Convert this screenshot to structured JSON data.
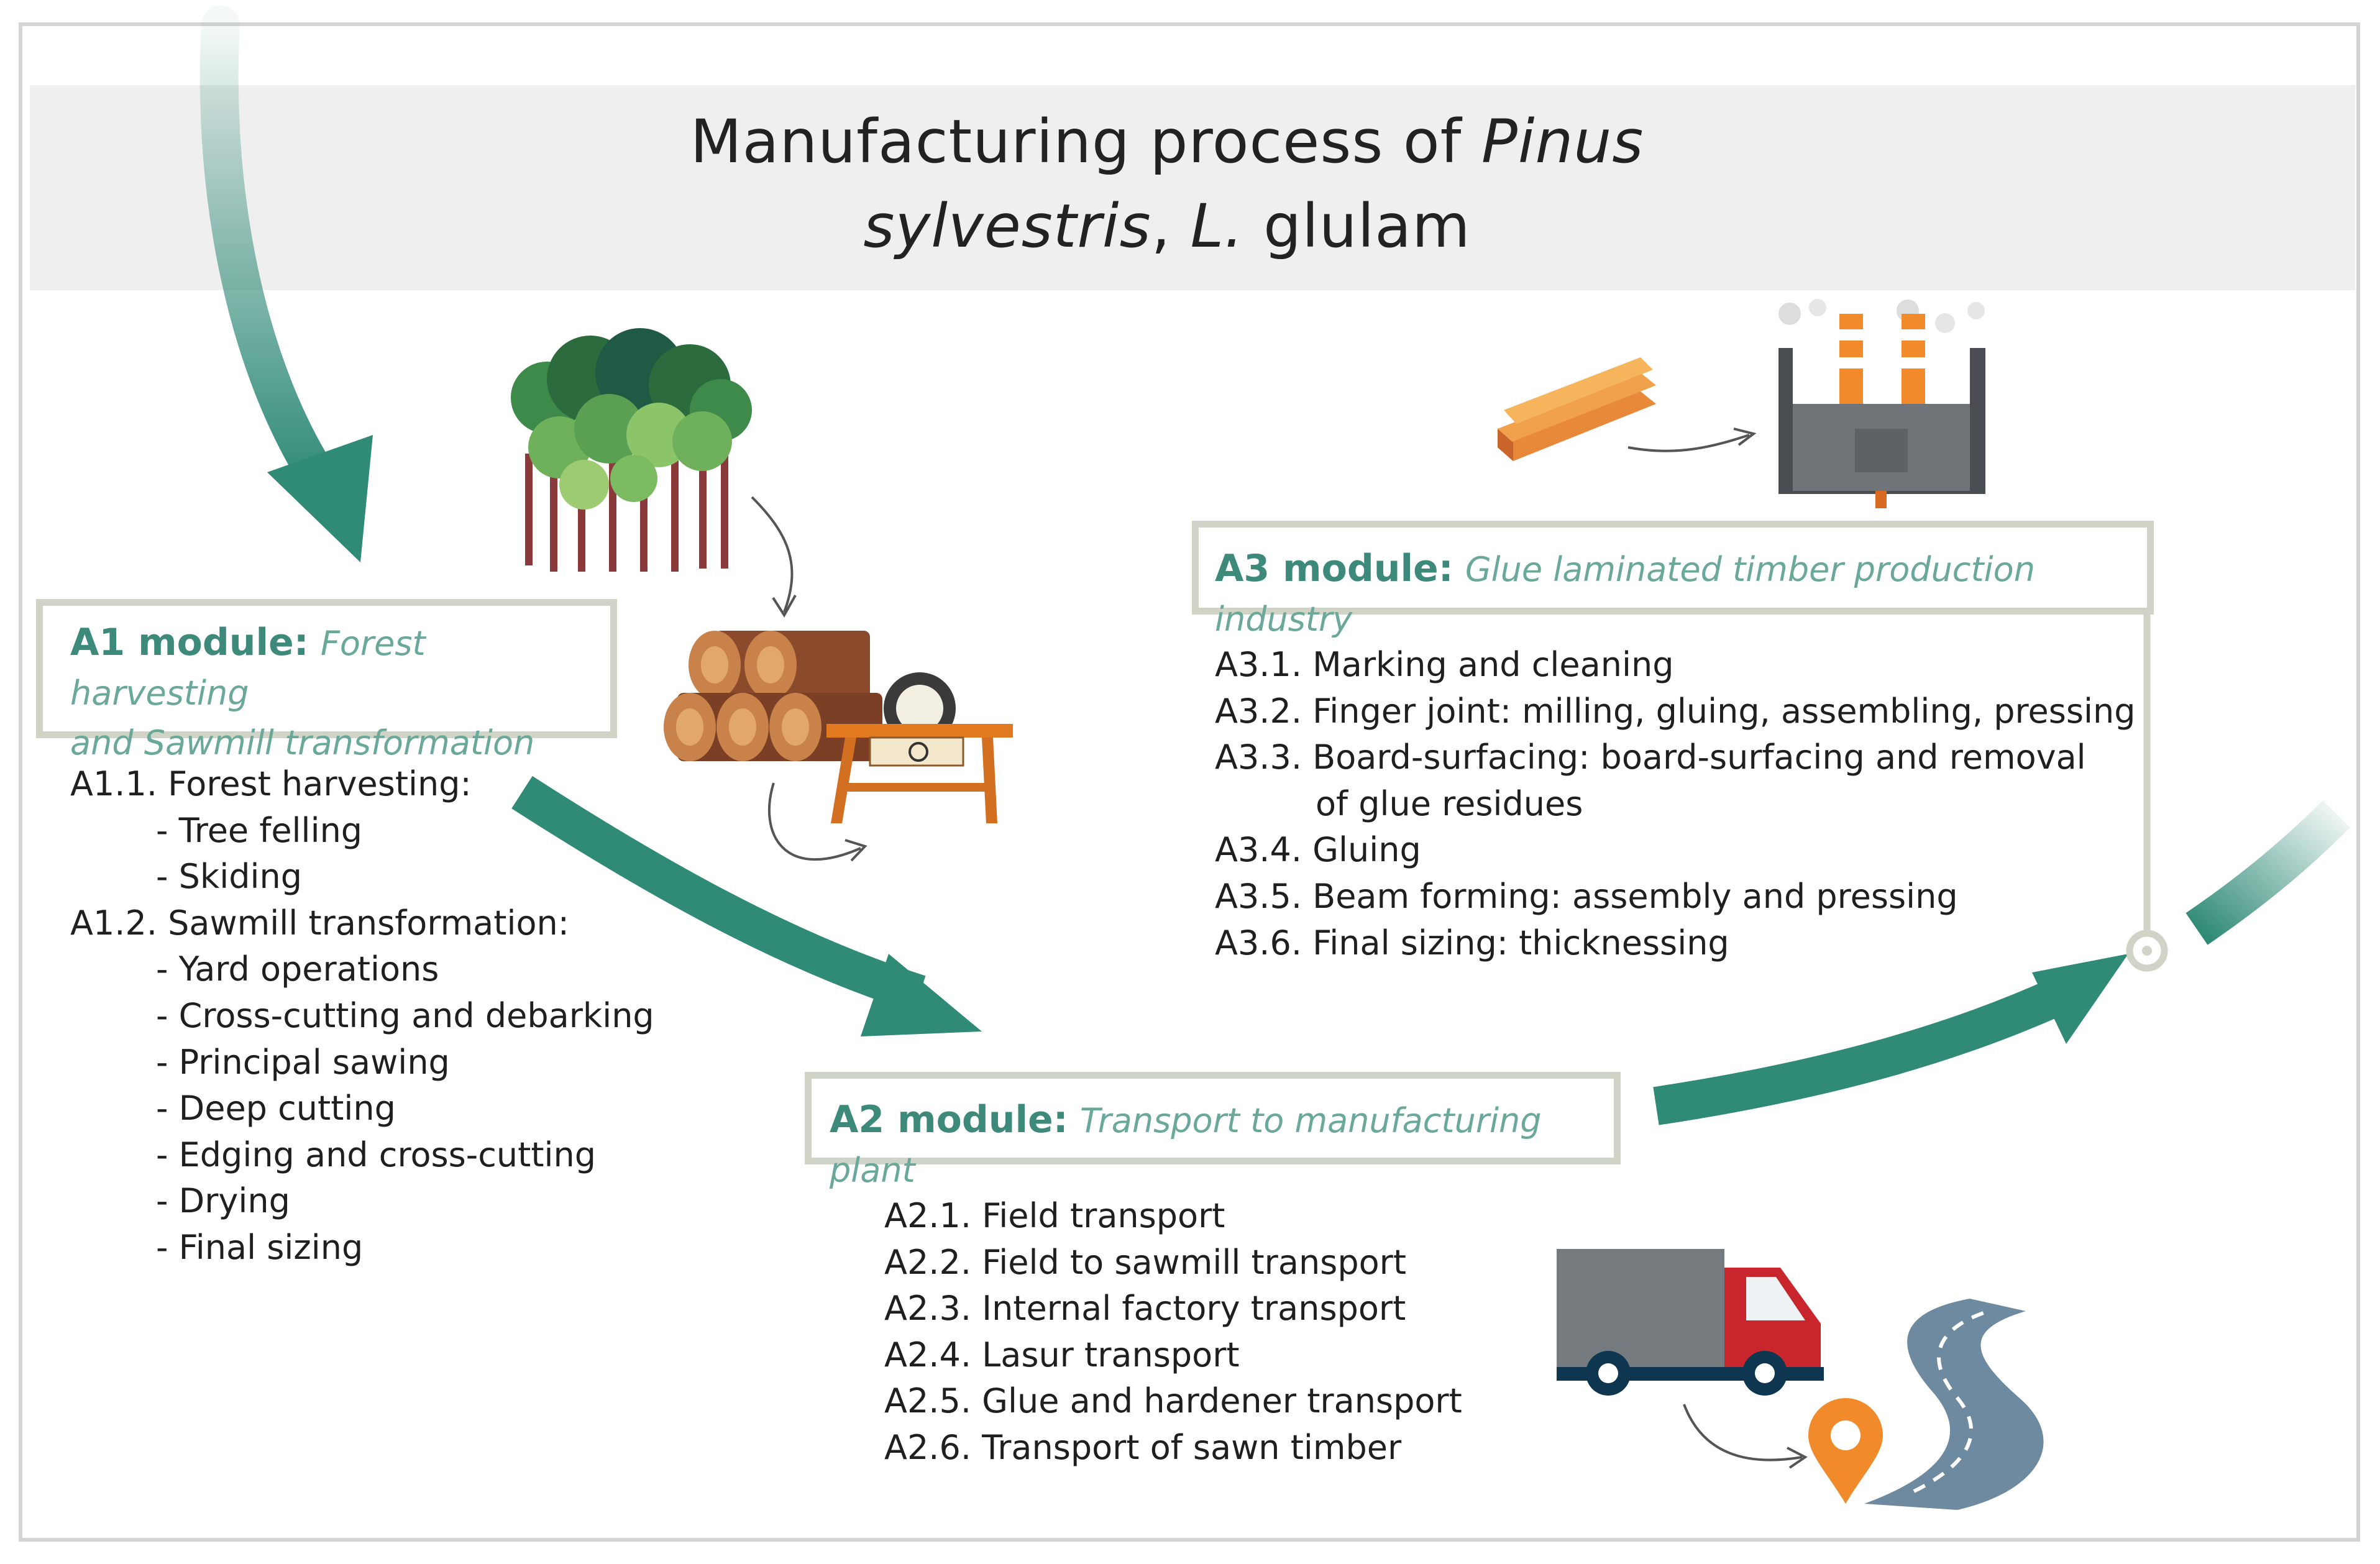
{
  "title": {
    "line1_a": "Manufacturing process of ",
    "line1_b": "Pinus",
    "line2_a": "sylvestris",
    "line2_b": ", ",
    "line2_c": "L.",
    "line2_d": " glulam"
  },
  "modules": {
    "a1": {
      "label": "A1 module:",
      "subtitle_1": "Forest harvesting",
      "subtitle_2": "and Sawmill transformation",
      "steps": [
        "A1.1. Forest harvesting:",
        "- Tree felling",
        "- Skiding",
        "A1.2. Sawmill transformation:",
        "- Yard operations",
        "- Cross-cutting and debarking",
        "- Principal sawing",
        "- Deep cutting",
        "- Edging and cross-cutting",
        "- Drying",
        "- Final sizing"
      ]
    },
    "a2": {
      "label": "A2 module:",
      "subtitle": "Transport to manufacturing plant",
      "steps": [
        "A2.1. Field transport",
        "A2.2. Field to sawmill transport",
        "A2.3. Internal factory transport",
        "A2.4. Lasur transport",
        "A2.5. Glue and hardener transport",
        "A2.6. Transport of sawn timber"
      ]
    },
    "a3": {
      "label": "A3 module:",
      "subtitle": "Glue laminated timber production industry",
      "steps": [
        "A3.1. Marking and cleaning",
        "A3.2. Finger joint: milling, gluing, assembling, pressing",
        "A3.3. Board-surfacing: board-surfacing and removal",
        "of glue residues",
        "A3.4. Gluing",
        "A3.5. Beam forming: assembly and pressing",
        "A3.6. Final sizing: thicknessing"
      ]
    }
  },
  "colors": {
    "arrow": "#2f8a76",
    "module_border": "#cfd4c6",
    "title_band": "#efefef",
    "truck_cab": "#c8252c",
    "orange": "#f08a2a",
    "road": "#6e8aa0"
  },
  "icons": [
    "forest-icon",
    "logs-icon",
    "sawmill-icon",
    "timber-planks-icon",
    "factory-icon",
    "truck-icon",
    "road-icon",
    "location-pin-icon"
  ]
}
